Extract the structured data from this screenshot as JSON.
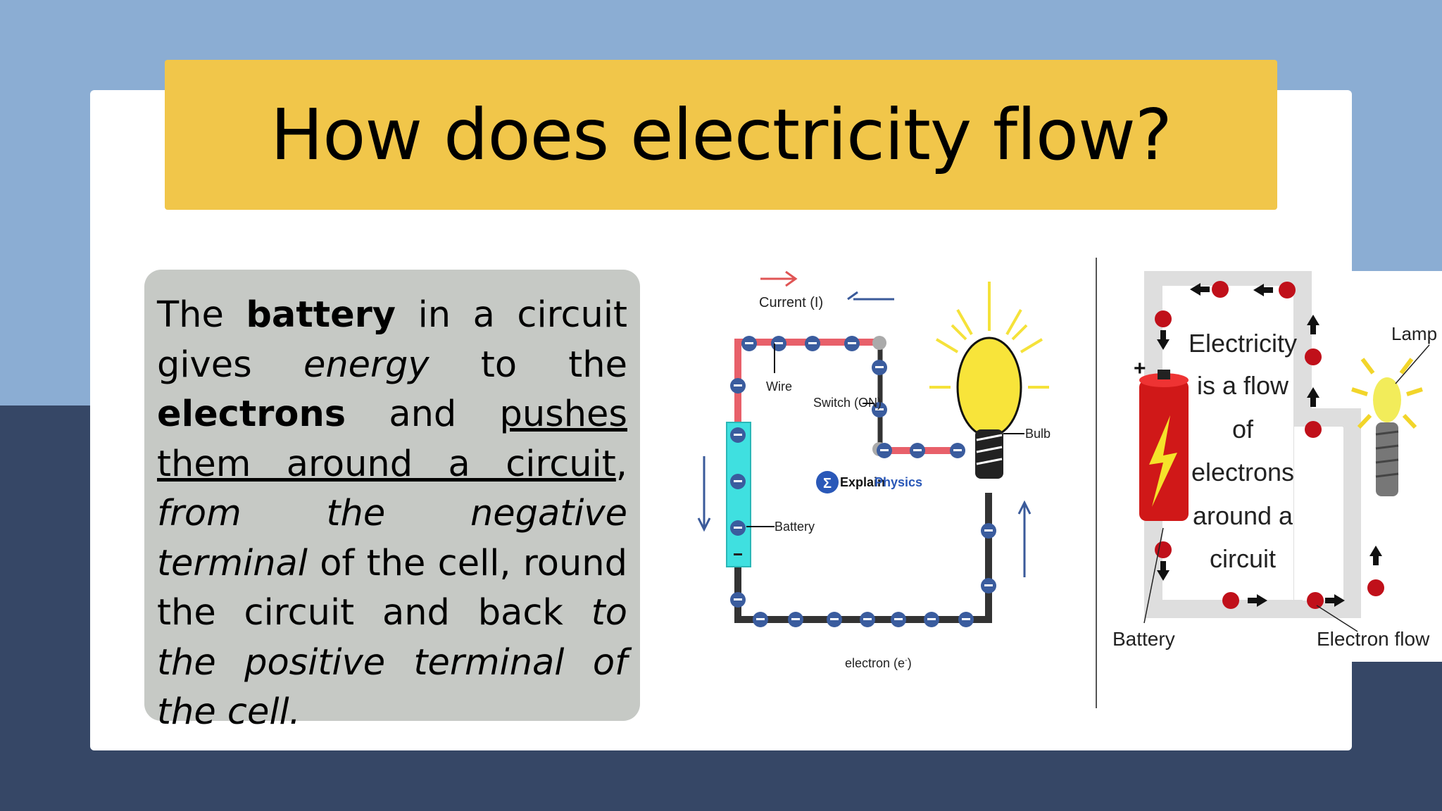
{
  "slide": {
    "title": "How does electricity flow?",
    "paragraph": [
      {
        "text": "The ",
        "style": "normal"
      },
      {
        "text": "battery",
        "style": "bold"
      },
      {
        "text": " in a circuit gives ",
        "style": "normal"
      },
      {
        "text": "energy",
        "style": "italic"
      },
      {
        "text": " to the ",
        "style": "normal"
      },
      {
        "text": "electrons",
        "style": "bold"
      },
      {
        "text": " and ",
        "style": "normal"
      },
      {
        "text": "pushes them around a circuit",
        "style": "underline"
      },
      {
        "text": ", ",
        "style": "normal"
      },
      {
        "text": "from the negative terminal",
        "style": "italic"
      },
      {
        "text": " of the cell, round the circuit and back ",
        "style": "normal"
      },
      {
        "text": "to the positive terminal of the cell.",
        "style": "italic"
      }
    ]
  },
  "diagram1": {
    "current_label": "Current (I)",
    "wire_label": "Wire",
    "switch_label": "Switch (ON)",
    "bulb_label": "Bulb",
    "battery_label": "Battery",
    "electron_label": "electron (e",
    "electron_sup": "-",
    "electron_close": ")",
    "logo_text_1": "Explain",
    "logo_text_2": "Physics",
    "colors": {
      "current_arrow": "#e05555",
      "electron_arrow": "#3a5a9a",
      "wire_top": "#e8606a",
      "wire_bottom": "#333333",
      "electron": "#3a5c9e",
      "battery": "#3fe0e0",
      "bulb": "#f8e43a"
    }
  },
  "diagram2": {
    "caption_lines": [
      "Electricity",
      "is a flow",
      "of",
      "electrons",
      "around a",
      "circuit"
    ],
    "lamp_label": "Lamp",
    "battery_label": "Battery",
    "flow_label": "Electron flow",
    "plus_sign": "+",
    "colors": {
      "electron": "#c0101a",
      "battery": "#d01818",
      "bolt": "#f5e22a",
      "frame": "#dddddd"
    }
  }
}
